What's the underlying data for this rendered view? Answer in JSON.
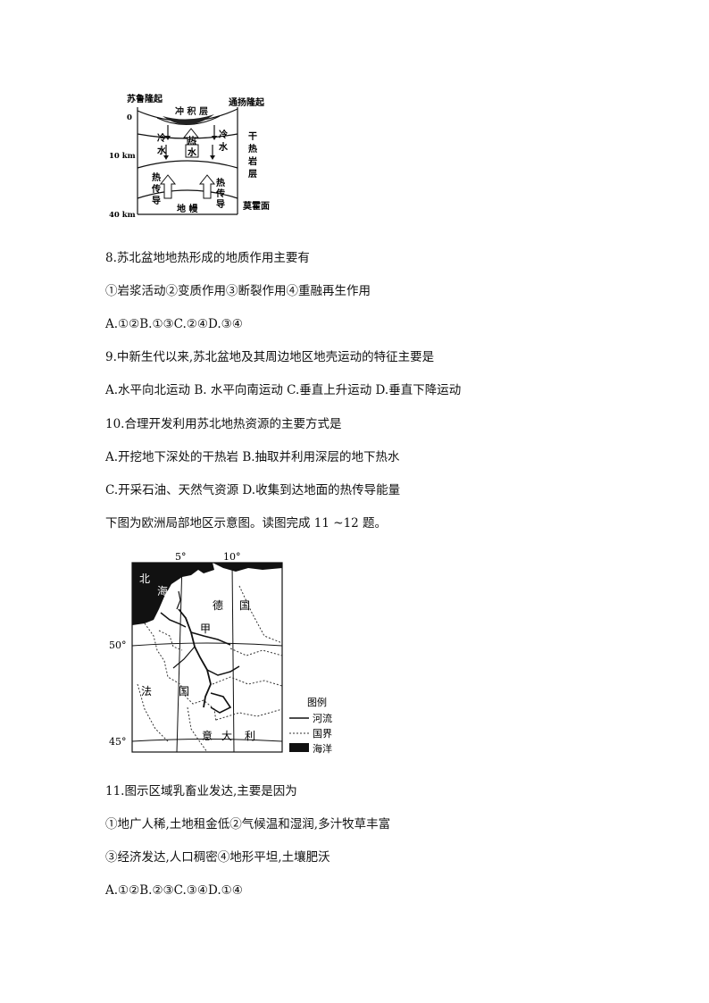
{
  "figure1": {
    "left_label": "苏鲁隆起",
    "right_label": "通扬隆起",
    "depth_0": "0",
    "depth_10": "10 km",
    "depth_40": "40 km",
    "sediment": "冲 积 层",
    "cold_water_left": [
      "冷",
      "水"
    ],
    "cold_water_right": [
      "冷",
      "水"
    ],
    "hot_water": [
      "热",
      "水"
    ],
    "dry_hot_rock": [
      "干",
      "热",
      "岩",
      "层"
    ],
    "heat_conduction_left": [
      "热",
      "传",
      "导"
    ],
    "heat_conduction_right": [
      "热",
      "传",
      "导"
    ],
    "mantle": "地 幔",
    "moho": "莫霍面"
  },
  "q8": {
    "stem": "8.苏北盆地地热形成的地质作用主要有",
    "options": "①岩浆活动②变质作用③断裂作用④重融再生作用",
    "answers": "A.①②B.①③C.②④D.③④"
  },
  "q9": {
    "stem": "9.中新生代以来,苏北盆地及其周边地区地壳运动的特征主要是",
    "answers": "A.水平向北运动 B. 水平向南运动 C.垂直上升运动 D.垂直下降运动"
  },
  "q10": {
    "stem": "10.合理开发利用苏北地热资源的主要方式是",
    "answers_ab": "A.开挖地下深处的干热岩 B.抽取并利用深层的地下热水",
    "answers_cd": "C.开采石油、天然气资源 D.收集到达地面的热传导能量"
  },
  "intro": "下图为欧洲局部地区示意图。读图完成 11 ~12 题。",
  "figure2": {
    "lon5": "5°",
    "lon10": "10°",
    "lat50": "50°",
    "lat45": "45°",
    "north_sea": [
      "北",
      "海"
    ],
    "germany": [
      "德",
      "国"
    ],
    "jia": "甲",
    "france": [
      "法",
      "国"
    ],
    "italy": [
      "意",
      "大",
      "利"
    ],
    "legend_title": "图例",
    "legend_river": "河流",
    "legend_border": "国界",
    "legend_ocean": "海洋"
  },
  "q11": {
    "stem": "11.图示区域乳畜业发达,主要是因为",
    "options_1": "①地广人稀,土地租金低②气候温和湿润,多汁牧草丰富",
    "options_2": "③经济发达,人口稠密④地形平坦,土壤肥沃",
    "answers": "A.①②B.②③C.③④D.①④"
  }
}
